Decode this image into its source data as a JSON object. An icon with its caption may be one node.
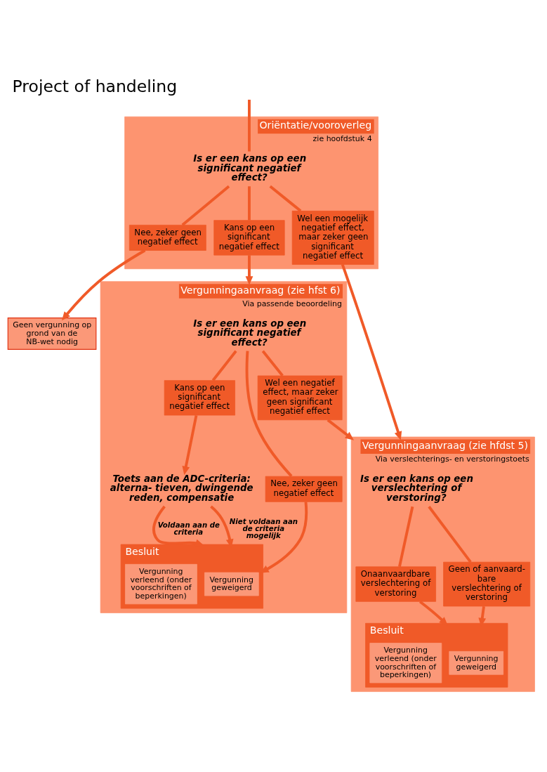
{
  "diagram": {
    "title": "Project of handeling",
    "nodes": [
      {
        "text": [
          "Oriëntatie/vooroverleg",
          "zie hoofdstuk 4"
        ]
      },
      {
        "text": [
          "Is er een kans op een significant negatief effect?"
        ],
        "in": 0
      },
      {
        "text": [
          "Nee, zeker geen negatief effect"
        ],
        "in": 0
      },
      {
        "text": [
          "Wel een mogelijk negatief effect, maar zeker geen significant negatief effect"
        ],
        "in": 0
      },
      {
        "text": [
          "Kans op een significant negatief effect"
        ],
        "in": 0
      },
      {
        "text": [
          "Geen vergunning op grond van de NB-wet nodig"
        ]
      },
      {
        "text": [
          "Vergunningaanvraag (zie hfdst 5)",
          "Via verslechterings- en verstoringstoets"
        ]
      },
      {
        "text": [
          "Is er een kans op een verslechtering of verstoring?"
        ],
        "in": 6
      },
      {
        "text": [
          "Onaanvaardbare verslechtering of verstoring"
        ],
        "in": 6
      },
      {
        "text": [
          "Geen of aanvaard- bare verslechtering of verstoring"
        ],
        "in": 6
      },
      {
        "text": [
          "Besluit"
        ],
        "in": 6
      },
      {
        "text": [
          "Vergunning geweigerd"
        ],
        "in": 10
      },
      {
        "text": [
          "Vergunning verleend (onder voorschriften of beperkingen)"
        ],
        "in": 10
      },
      {
        "text": [
          "Vergunningaanvraag (zie hfst 6)",
          "Via passende beoordeling"
        ]
      },
      {
        "text": [
          "Is er een kans op een significant negatief effect?"
        ],
        "in": 13
      },
      {
        "text": [
          "Wel een negatief effect, maar zeker geen significant negatief effect"
        ],
        "in": 13
      },
      {
        "text": [
          "Kans op een significant negatief effect"
        ],
        "in": 13
      },
      {
        "text": [
          "Nee, zeker geen negatief effect"
        ],
        "in": 13
      },
      {
        "text": [
          "Toets aan de ADC-criteria: alterna- tieven, dwingende reden, compensatie"
        ],
        "in": 13
      },
      {
        "text": [
          "Besluit"
        ],
        "in": 13
      },
      {
        "text": [
          "Vergunning geweigerd"
        ],
        "in": 19
      },
      {
        "text": [
          "Vergunning verleend (onder voorschriften of beperkingen)"
        ],
        "in": 19
      }
    ],
    "edges": [
      {
        "from": null,
        "to": 1,
        "arrow": "none"
      },
      {
        "from": 1,
        "to": 2,
        "arrow": "none"
      },
      {
        "from": 1,
        "to": 3,
        "arrow": "none"
      },
      {
        "from": 1,
        "to": 4,
        "arrow": "none"
      },
      {
        "from": 2,
        "to": 5,
        "arrow": "to"
      },
      {
        "from": 3,
        "to": 6,
        "arrow": "to"
      },
      {
        "from": 15,
        "to": 6,
        "arrow": "to"
      },
      {
        "from": 4,
        "to": 13,
        "arrow": "to"
      },
      {
        "from": 7,
        "to": 8,
        "arrow": "none"
      },
      {
        "from": 7,
        "to": 9,
        "arrow": "none"
      },
      {
        "from": 8,
        "to": 10,
        "arrow": "to"
      },
      {
        "from": 9,
        "to": 10,
        "arrow": "to"
      },
      {
        "from": 14,
        "to": 15,
        "arrow": "none"
      },
      {
        "from": 14,
        "to": 16,
        "arrow": "none"
      },
      {
        "from": 14,
        "to": 17,
        "arrow": "none"
      },
      {
        "from": 16,
        "to": 18,
        "arrow": "to"
      },
      {
        "from": 18,
        "to": 19,
        "arrow": "to",
        "label": "Niet voldaan aan de criteria mogelijk"
      },
      {
        "from": 18,
        "to": 19,
        "arrow": "to",
        "label": "Voldaan aan de criteria"
      },
      {
        "from": 17,
        "to": 19,
        "arrow": "to"
      }
    ]
  }
}
